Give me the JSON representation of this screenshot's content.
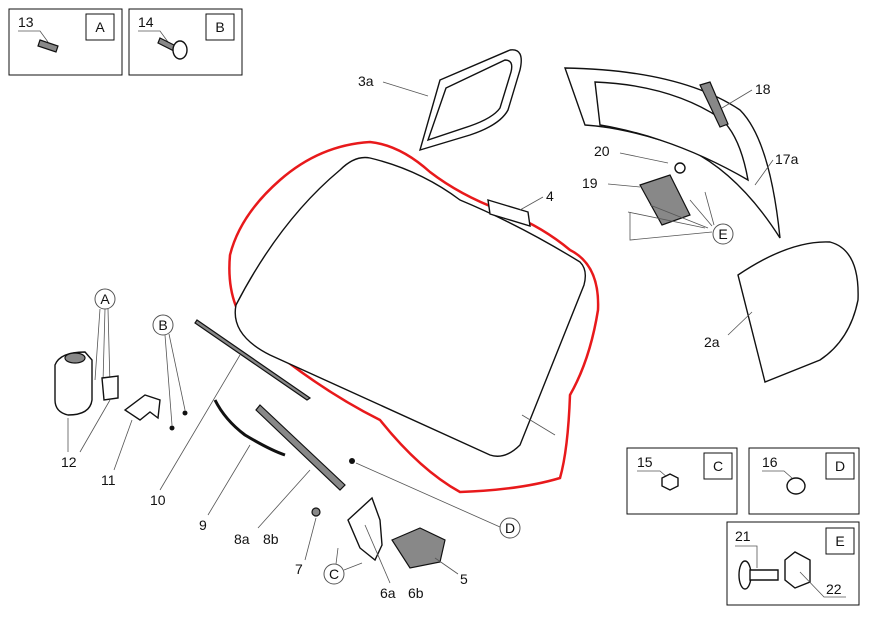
{
  "callouts": {
    "c13": "13",
    "c14": "14",
    "c3a": "3a",
    "c18": "18",
    "c20": "20",
    "c17a": "17a",
    "c19": "19",
    "c4": "4",
    "c2a": "2a",
    "c12": "12",
    "c11": "11",
    "c10": "10",
    "c9": "9",
    "c8a": "8a",
    "c8b": "8b",
    "c7": "7",
    "c6a": "6a",
    "c6b": "6b",
    "c5": "5",
    "c15": "15",
    "c16": "16",
    "c21": "21",
    "c22": "22"
  },
  "letters": {
    "boxA": "A",
    "boxB": "B",
    "boxC": "C",
    "boxD": "D",
    "boxE": "E",
    "refE": "E",
    "refA": "A",
    "refB": "B",
    "refC": "C",
    "refD": "D"
  },
  "colors": {
    "highlight": "#e8191b"
  }
}
